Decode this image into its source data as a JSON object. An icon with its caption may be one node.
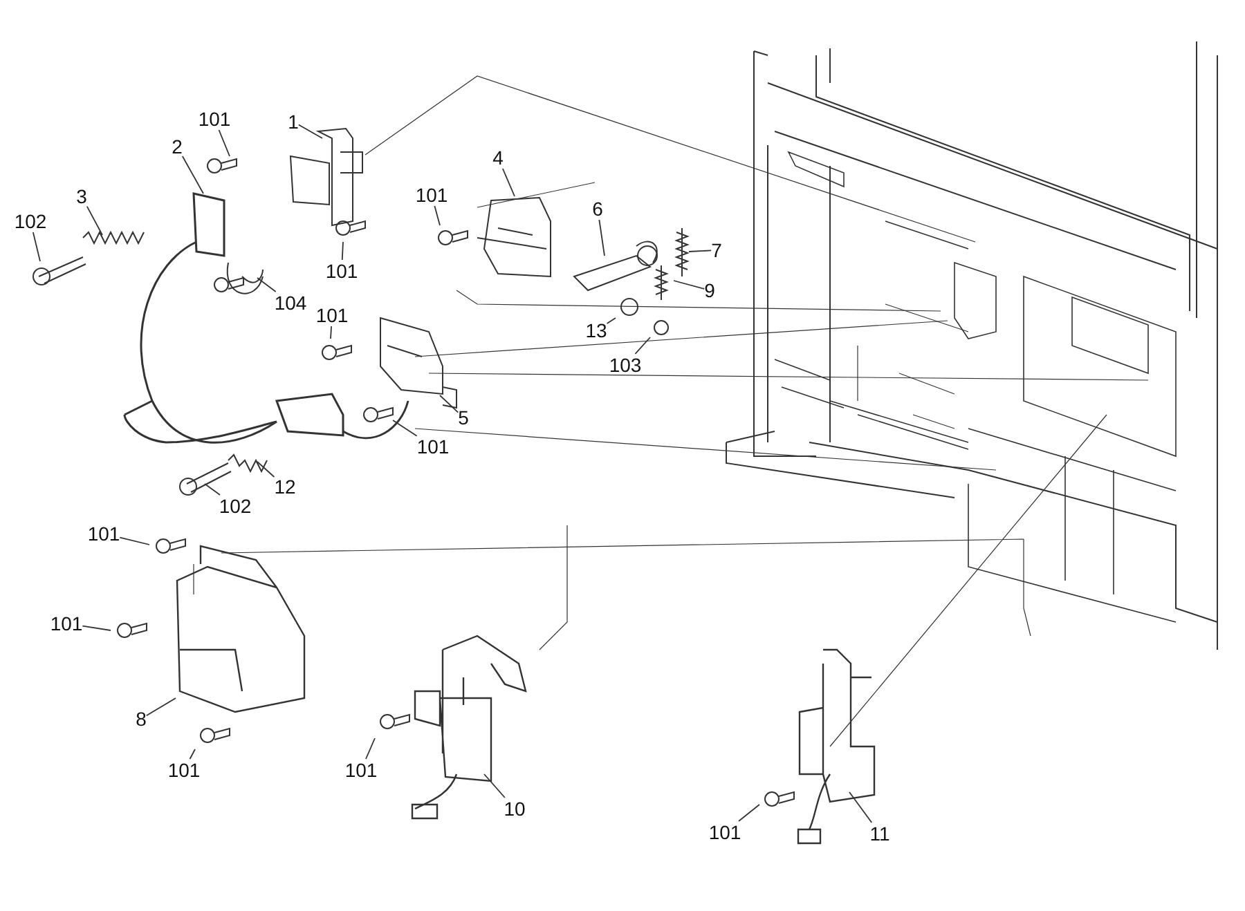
{
  "diagram": {
    "nodes": [
      {
        "text": [
          "1"
        ]
      },
      {
        "text": [
          "101"
        ]
      },
      {
        "text": [
          "2"
        ]
      },
      {
        "text": [
          "3"
        ]
      },
      {
        "text": [
          "102"
        ]
      },
      {
        "text": [
          "101"
        ]
      },
      {
        "text": [
          "104"
        ]
      },
      {
        "text": [
          "4"
        ]
      },
      {
        "text": [
          "101"
        ]
      },
      {
        "text": [
          "6"
        ]
      },
      {
        "text": [
          "7"
        ]
      },
      {
        "text": [
          "9"
        ]
      },
      {
        "text": [
          "13"
        ]
      },
      {
        "text": [
          "103"
        ]
      },
      {
        "text": [
          "101"
        ]
      },
      {
        "text": [
          "5"
        ]
      },
      {
        "text": [
          "101"
        ]
      },
      {
        "text": [
          "12"
        ]
      },
      {
        "text": [
          "102"
        ]
      },
      {
        "text": [
          "101"
        ]
      },
      {
        "text": [
          "101"
        ]
      },
      {
        "text": [
          "8"
        ]
      },
      {
        "text": [
          "101"
        ]
      },
      {
        "text": [
          "101"
        ]
      },
      {
        "text": [
          "10"
        ]
      },
      {
        "text": [
          "101"
        ]
      },
      {
        "text": [
          "11"
        ]
      }
    ],
    "edges": [
      {
        "from": 0,
        "to": null,
        "arrow": "none"
      },
      {
        "from": 1,
        "to": null,
        "arrow": "none"
      },
      {
        "from": 2,
        "to": null,
        "arrow": "none"
      },
      {
        "from": 3,
        "to": null,
        "arrow": "none"
      },
      {
        "from": 4,
        "to": null,
        "arrow": "none"
      },
      {
        "from": 5,
        "to": null,
        "arrow": "none"
      },
      {
        "from": 6,
        "to": null,
        "arrow": "none"
      },
      {
        "from": 7,
        "to": null,
        "arrow": "none"
      },
      {
        "from": 8,
        "to": null,
        "arrow": "none"
      },
      {
        "from": 9,
        "to": null,
        "arrow": "none"
      },
      {
        "from": 10,
        "to": null,
        "arrow": "none"
      },
      {
        "from": 11,
        "to": null,
        "arrow": "none"
      },
      {
        "from": 12,
        "to": null,
        "arrow": "none"
      },
      {
        "from": 13,
        "to": null,
        "arrow": "none"
      },
      {
        "from": 14,
        "to": null,
        "arrow": "none"
      },
      {
        "from": 15,
        "to": null,
        "arrow": "none"
      },
      {
        "from": 16,
        "to": null,
        "arrow": "none"
      },
      {
        "from": 17,
        "to": null,
        "arrow": "none"
      },
      {
        "from": 18,
        "to": null,
        "arrow": "none"
      },
      {
        "from": 19,
        "to": null,
        "arrow": "none"
      },
      {
        "from": 20,
        "to": null,
        "arrow": "none"
      },
      {
        "from": 21,
        "to": null,
        "arrow": "none"
      },
      {
        "from": 22,
        "to": null,
        "arrow": "none"
      },
      {
        "from": 23,
        "to": null,
        "arrow": "none"
      },
      {
        "from": 24,
        "to": null,
        "arrow": "none"
      },
      {
        "from": 25,
        "to": null,
        "arrow": "none"
      },
      {
        "from": 26,
        "to": null,
        "arrow": "none"
      }
    ]
  }
}
